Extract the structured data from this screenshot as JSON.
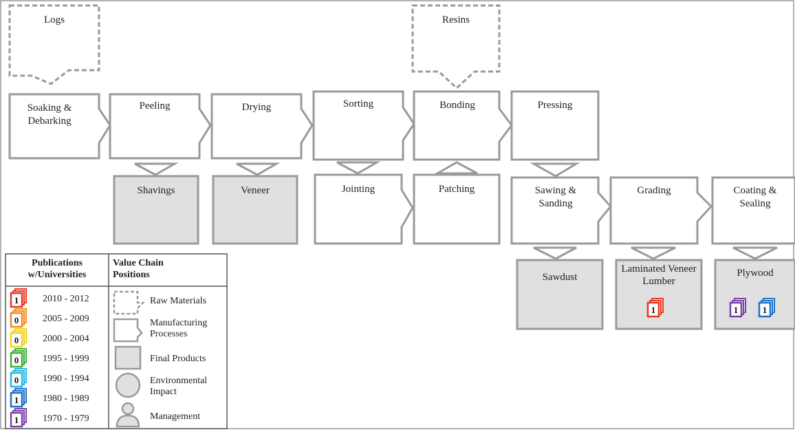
{
  "raw_materials": {
    "logs": "Logs",
    "resins": "Resins"
  },
  "processes": {
    "soaking": "Soaking & Debarking",
    "peeling": "Peeling",
    "drying": "Drying",
    "sorting": "Sorting",
    "bonding": "Bonding",
    "pressing": "Pressing",
    "jointing": "Jointing",
    "patching": "Patching",
    "sawing": "Sawing & Sanding",
    "grading": "Grading",
    "coating": "Coating & Sealing"
  },
  "products": {
    "shavings": "Shavings",
    "veneer": "Veneer",
    "sawdust": "Sawdust",
    "lvl": "Laminated Veneer Lumber",
    "plywood": "Plywood"
  },
  "product_badges": {
    "lvl": [
      {
        "period": "2010 - 2012",
        "count": "1",
        "color": "#e8351e"
      }
    ],
    "plywood": [
      {
        "period": "1970 - 1979",
        "count": "1",
        "color": "#7b3fa8"
      },
      {
        "period": "1980 - 1989",
        "count": "1",
        "color": "#1c6fc4"
      }
    ]
  },
  "legend": {
    "publications_title": "Publications w/Universities",
    "positions_title": "Value Chain Positions",
    "publications": [
      {
        "period": "2010 - 2012",
        "count": "1",
        "color": "#e8351e"
      },
      {
        "period": "2005 - 2009",
        "count": "0",
        "color": "#f2891f"
      },
      {
        "period": "2000 - 2004",
        "count": "0",
        "color": "#f3d21c"
      },
      {
        "period": "1995 - 1999",
        "count": "0",
        "color": "#3fae3a"
      },
      {
        "period": "1990 - 1994",
        "count": "0",
        "color": "#22b6e8"
      },
      {
        "period": "1980 - 1989",
        "count": "1",
        "color": "#1c6fc4"
      },
      {
        "period": "1970 - 1979",
        "count": "1",
        "color": "#7b3fa8"
      }
    ],
    "positions": [
      {
        "icon": "raw-materials-icon",
        "label": "Raw Materials"
      },
      {
        "icon": "manufacturing-process-icon",
        "label": "Manufacturing Processes"
      },
      {
        "icon": "final-product-icon",
        "label": "Final Products"
      },
      {
        "icon": "environmental-impact-icon",
        "label": "Environmental Impact"
      },
      {
        "icon": "management-icon",
        "label": "Management"
      }
    ]
  }
}
